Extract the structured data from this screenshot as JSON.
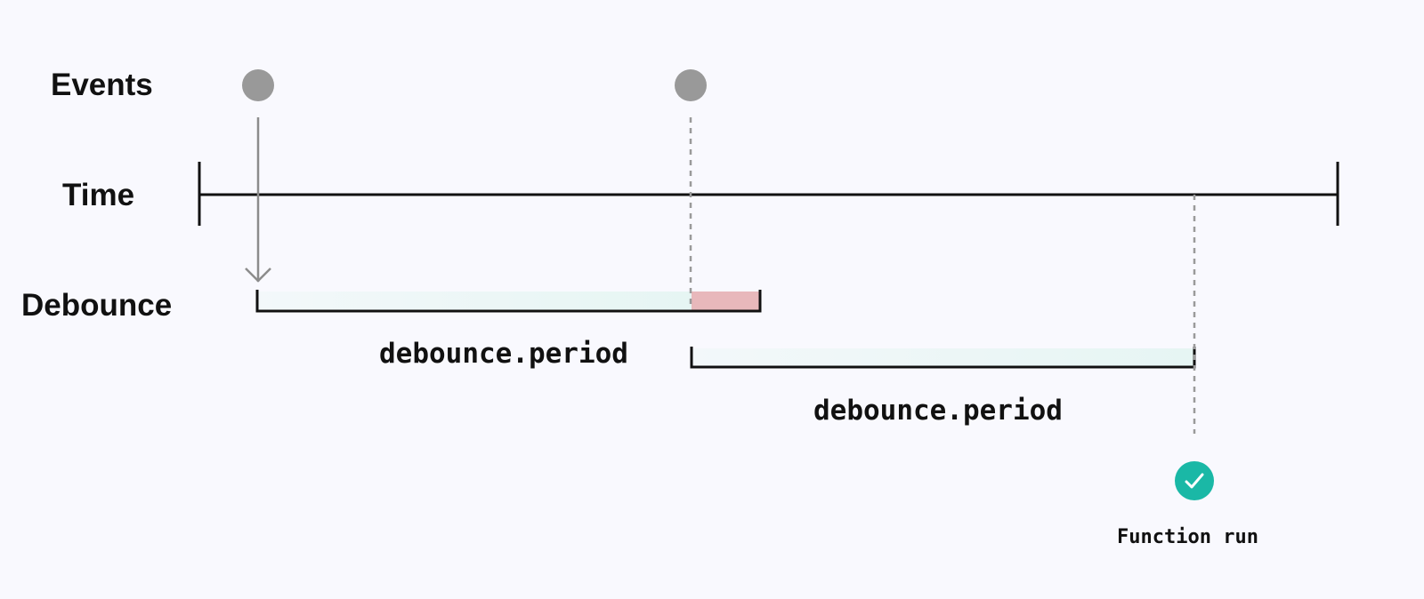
{
  "rows": {
    "events": "Events",
    "time": "Time",
    "debounce": "Debounce"
  },
  "periods": [
    {
      "label": "debounce.period"
    },
    {
      "label": "debounce.period"
    }
  ],
  "outcome": {
    "label": "Function run",
    "icon": "check-icon"
  },
  "colors": {
    "background": "#f9f9fe",
    "axis": "#111111",
    "event_dot": "#999999",
    "period_fill": "#e7f5f4",
    "overlap_fill": "#e8b8bb",
    "success": "#1ab8a6"
  }
}
